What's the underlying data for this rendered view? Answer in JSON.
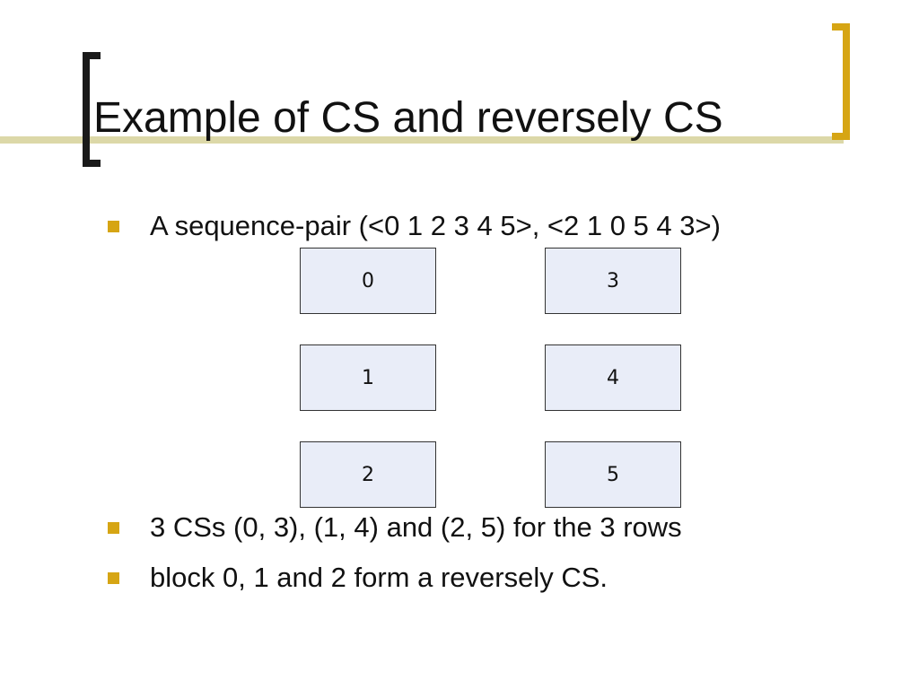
{
  "slide": {
    "title": "Example of CS and reversely CS",
    "bullets": [
      "A sequence-pair (<0 1 2 3 4 5>, <2 1 0 5 4 3>)",
      "3 CSs (0, 3), (1, 4) and (2, 5) for the 3 rows",
      "block 0, 1 and 2 form a reversely CS."
    ],
    "blocks": [
      "0",
      "3",
      "1",
      "4",
      "2",
      "5"
    ]
  },
  "colors": {
    "bullet_accent": "#d6a514",
    "block_fill": "#e9edf8",
    "title_line": "#dcd8a8"
  }
}
